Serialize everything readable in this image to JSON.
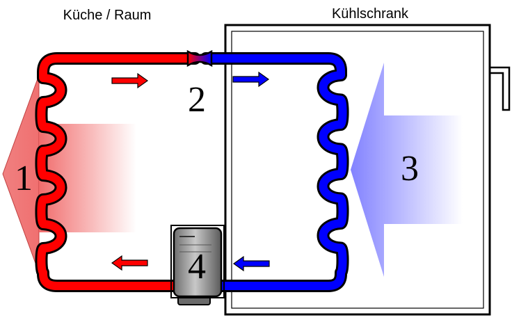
{
  "labels": {
    "left_title": "Küche / Raum",
    "right_title": "Kühlschrank",
    "n1": "1",
    "n2": "2",
    "n3": "3",
    "n4": "4"
  },
  "colors": {
    "hot": "#ff0000",
    "cold": "#0000ff",
    "outline": "#000000",
    "hot_fade": "#f26a6a",
    "cold_fade": "#8f8fff",
    "compressor": "#8a8a8a"
  }
}
